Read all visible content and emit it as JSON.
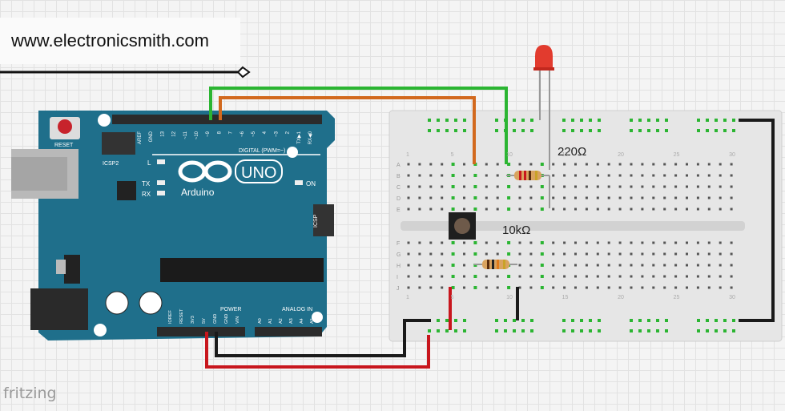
{
  "header": {
    "url": "www.electronicsmith.com"
  },
  "footer": {
    "brand": "fritzing"
  },
  "board": {
    "name": "Arduino",
    "model": "UNO",
    "reset_label": "RESET",
    "icsp2_label": "ICSP2",
    "icsp_label": "ICSP",
    "digital_label": "DIGITAL (PWM=~)",
    "power_label": "POWER",
    "analog_label": "ANALOG IN",
    "on_label": "ON",
    "led_labels": [
      "L",
      "TX",
      "RX"
    ],
    "top_pins": [
      "AREF",
      "GND",
      "13",
      "12",
      "~11",
      "~10",
      "~9",
      "8",
      "7",
      "~6",
      "~5",
      "4",
      "~3",
      "2",
      "TX▶1",
      "RX◀0"
    ],
    "power_pins": [
      "IOREF",
      "RESET",
      "3V3",
      "5V",
      "GND",
      "GND",
      "VIN"
    ],
    "analog_pins": [
      "A0",
      "A1",
      "A2",
      "A3",
      "A4",
      "A5"
    ]
  },
  "components": {
    "resistor_led_label": "220Ω",
    "resistor_button_label": "10kΩ"
  },
  "breadboard": {
    "row_letters_top": [
      "A",
      "B",
      "C",
      "D",
      "E"
    ],
    "row_letters_bottom": [
      "F",
      "G",
      "H",
      "I",
      "J"
    ],
    "column_numbers": [
      "1",
      "5",
      "10",
      "15",
      "20",
      "25",
      "30"
    ]
  },
  "colors": {
    "board": "#1f6f8b",
    "wire_green": "#2bb532",
    "wire_orange": "#d2691e",
    "wire_red": "#c8161d",
    "wire_black": "#1a1a1a",
    "led": "#e23b2e"
  }
}
